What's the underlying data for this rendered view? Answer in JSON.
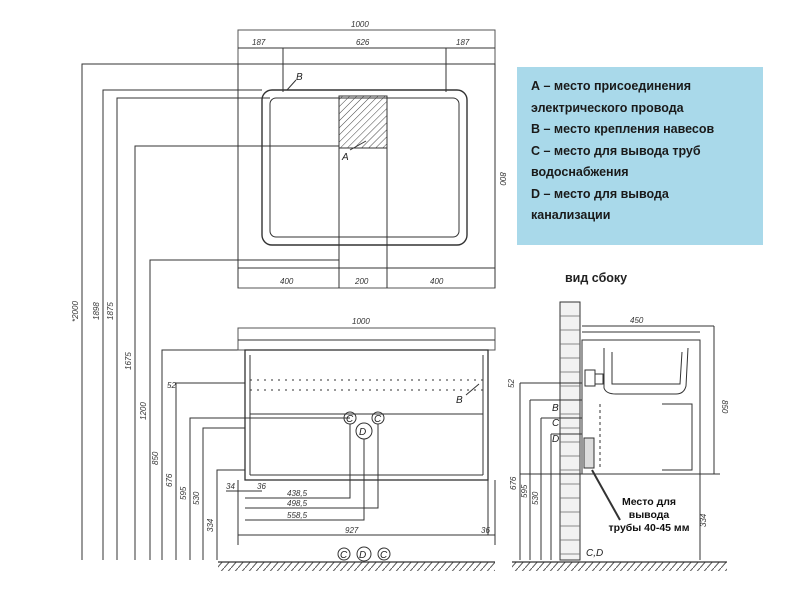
{
  "legend": {
    "line1": "А – место присоединения",
    "line2": "электрического провода",
    "line3": "В – место крепления навесов",
    "line4": "С – место для вывода труб",
    "line5": "водоснабжения",
    "line6": "D – место для вывода",
    "line7": "канализации"
  },
  "side_view_title": "вид сбоку",
  "pipe_note": {
    "line1": "Место для",
    "line2": "вывода",
    "line3": "трубы 40-45 мм"
  },
  "top_view": {
    "width": "1000",
    "seg_left": "187",
    "seg_mid": "626",
    "seg_right": "187",
    "height": "800",
    "bottom_left": "400",
    "bottom_mid": "200",
    "bottom_right": "400",
    "label_a": "A",
    "label_b": "B"
  },
  "front_view": {
    "width": "1000",
    "label_b": "B",
    "label_c": "C",
    "label_d": "D",
    "dim_52": "52",
    "dim_34": "34",
    "dim_36": "36",
    "dim_4385": "438,5",
    "dim_4985": "498,5",
    "dim_5585": "558,5",
    "dim_927": "927",
    "dim_36b": "36"
  },
  "vertical_dims": {
    "d2000": "*2000",
    "d1898": "1898",
    "d1875": "1875",
    "d1675": "1675",
    "d1200": "1200",
    "d850": "850",
    "d676": "676",
    "d595": "595",
    "d530": "530",
    "d334": "334"
  },
  "side_view": {
    "depth": "450",
    "height": "850",
    "dim_52": "52",
    "dim_676": "676",
    "dim_595": "595",
    "dim_530": "530",
    "dim_334": "334",
    "label_b": "B",
    "label_c": "C",
    "label_d": "D",
    "label_cd": "C,D"
  }
}
